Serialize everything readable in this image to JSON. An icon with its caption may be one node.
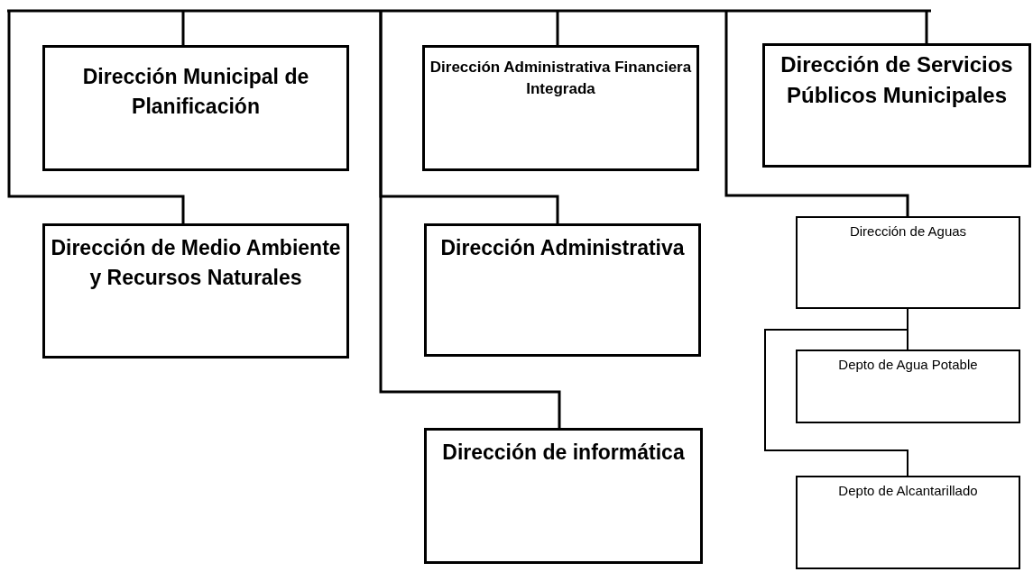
{
  "diagram": {
    "nodes": [
      {
        "text": [
          "Dirección Municipal de Planificación"
        ]
      },
      {
        "text": [
          "Dirección de Medio Ambiente y Recursos Naturales"
        ]
      },
      {
        "text": [
          "Dirección Administrativa Financiera Integrada"
        ]
      },
      {
        "text": [
          "Dirección Administrativa"
        ]
      },
      {
        "text": [
          "Dirección de informática"
        ]
      },
      {
        "text": [
          "Dirección de Servicios Públicos Municipales"
        ]
      },
      {
        "text": [
          "Dirección de Aguas"
        ]
      },
      {
        "text": [
          "Depto de Agua Potable"
        ]
      },
      {
        "text": [
          "Depto de Alcantarillado"
        ]
      }
    ],
    "edges": [
      {
        "from": null,
        "to": 0,
        "arrow": "none"
      },
      {
        "from": null,
        "to": 1,
        "arrow": "none"
      },
      {
        "from": null,
        "to": 2,
        "arrow": "none"
      },
      {
        "from": null,
        "to": 3,
        "arrow": "none"
      },
      {
        "from": null,
        "to": 4,
        "arrow": "none"
      },
      {
        "from": null,
        "to": 5,
        "arrow": "none"
      },
      {
        "from": null,
        "to": 6,
        "arrow": "none"
      },
      {
        "from": 6,
        "to": 7,
        "arrow": "none"
      },
      {
        "from": 6,
        "to": 8,
        "arrow": "none"
      }
    ]
  }
}
